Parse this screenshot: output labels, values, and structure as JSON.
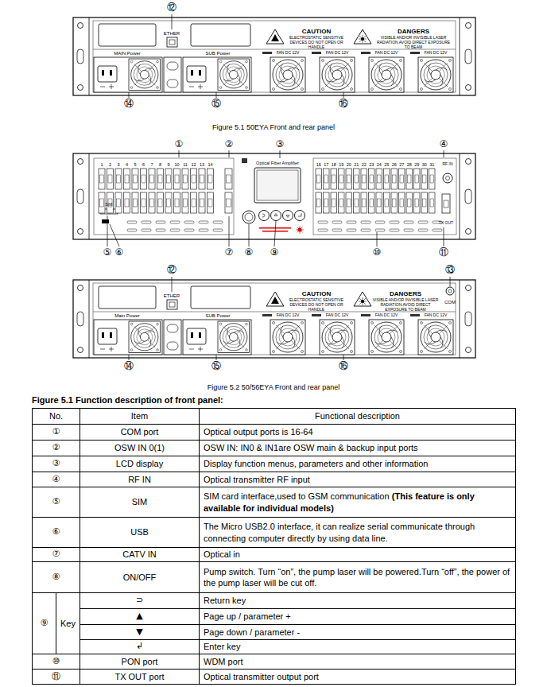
{
  "diagram": {
    "labels": [
      "⑫",
      "ETHER",
      "CAUTION",
      "ELECTROSTATIC SENSITIVE DEVICES DO NOT OPEN OR HANDLE",
      "DANGERS",
      "VISIBLE AND/OR INVISIBLE LASER RADIATION AVOID DIRECT EXPOSURE TO BEAM",
      "MAIN Power",
      "SUB Power",
      "FAN DC 12V",
      "FAN DC 12V",
      "FAN DC 12V",
      "FAN DC 12V",
      "⑭",
      "⑮",
      "⑯",
      "Figure 5.1 50EYA Front and rear panel",
      "①",
      "②",
      "③",
      "④",
      "⑤",
      "⑥",
      "⑦",
      "⑧",
      "⑨",
      "⑩",
      "⑪",
      "Optical Fiber Amplifier",
      "RF IN",
      "TX OUT",
      "SIM",
      "1",
      "2",
      "3",
      "4",
      "5",
      "6",
      "7",
      "8",
      "9",
      "10",
      "11",
      "12",
      "13",
      "14",
      "16",
      "17",
      "18",
      "19",
      "20",
      "21",
      "22",
      "23",
      "24",
      "25",
      "26",
      "27",
      "28",
      "29",
      "30",
      "31",
      "⑫",
      "⑬",
      "ETHER",
      "CAUTION",
      "ELECTROSTATIC SENSITIVE DEVICES DO NOT OPEN OR HANDLE",
      "DANGERS",
      "VISIBLE AND/OR INVISIBLE LASER RADIATION AVOID DIRECT EXPOSURE TO BEAM",
      "COM",
      "Main Power",
      "SUB Power",
      "FAN DC 12V",
      "FAN DC 12V",
      "FAN DC 12V",
      "FAN DC 12V",
      "⑭",
      "⑮",
      "⑯",
      "Figure 5.2 50/56EYA Front and rear panel",
      "Figure 5.1 Function description of front panel:",
      "No.",
      "Item",
      "Functional description",
      "①",
      "COM port",
      "Optical output ports is 16-64",
      "②",
      "OSW IN 0(1)",
      "OSW IN: IN0 & IN1are OSW main & backup input ports",
      "③",
      "LCD display",
      "Display function menus, parameters and other information",
      "④",
      "RF IN",
      "Optical transmitter RF input",
      "⑤",
      "SIM",
      "SIM card interface,used to GSM communication",
      "(This feature is only available for individual models)",
      "⑥",
      "USB",
      "The Micro USB2.0 interface, it can realize serial communicate through connecting computer directly by using data line.",
      "⑦",
      "CATV IN",
      "Optical in",
      "⑧",
      "ON/OFF",
      "Pump switch. Turn “on”, the pump laser will be powered.Turn “off”, the power of the pump laser will be cut off.",
      "⑨",
      "Key",
      "⊃",
      "Return key",
      "▲",
      "Page up / parameter +",
      "▼",
      "Page down / parameter -",
      "↲",
      "Enter key",
      "⑩",
      "PON port",
      "WDM port",
      "⑪",
      "TX OUT port",
      "Optical transmitter output port"
    ]
  }
}
